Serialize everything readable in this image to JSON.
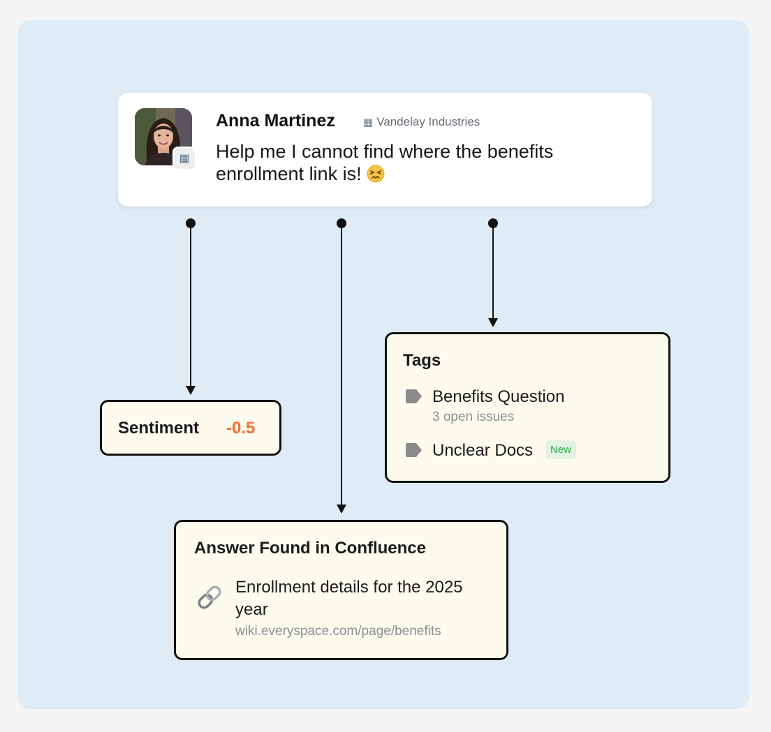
{
  "message": {
    "sender_name": "Anna Martinez",
    "company": "Vandelay Industries",
    "text": "Help me I cannot find where the benefits enrollment link is!"
  },
  "sentiment": {
    "label": "Sentiment",
    "value": "-0.5",
    "value_color": "#f07236"
  },
  "tags": {
    "title": "Tags",
    "items": [
      {
        "name": "Benefits Question",
        "subtitle": "3 open issues",
        "badge": ""
      },
      {
        "name": "Unclear Docs",
        "subtitle": "",
        "badge": "New"
      }
    ]
  },
  "answer": {
    "title": "Answer Found in Confluence",
    "link_text": "Enrollment details for the 2025 year",
    "url": "wiki.everyspace.com/page/benefits"
  },
  "colors": {
    "canvas": "#e0ecf5",
    "card_bg": "#fdfaee",
    "badge_green": "#2fa84a"
  },
  "icons": {
    "company": "building-icon",
    "tag": "tag-icon",
    "link": "link-icon",
    "emoji": "confounded-face-emoji"
  }
}
